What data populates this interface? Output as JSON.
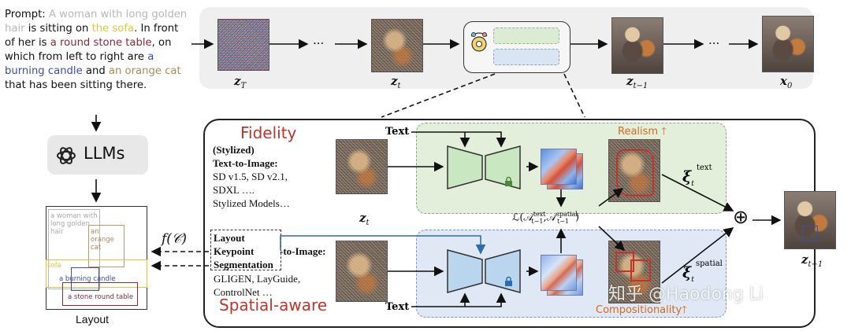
{
  "prompt": {
    "label": "Prompt:",
    "p1": "A woman with long golden hair",
    "p2": "is sitting on",
    "p3": "the sofa",
    "p4": ". In front of her is",
    "p5": "a round stone table",
    "p6": ", on which from left to right are",
    "p7": "a burning candle",
    "p8": "and",
    "p9": "an orange cat",
    "p10": "that has been sitting there."
  },
  "colors": {
    "woman": "#b7b7b7",
    "sofa": "#e8d24a",
    "table": "#8a2a3a",
    "candle": "#3d4fa0",
    "cat": "#a88a5a",
    "fidelity_red": "#c0342b",
    "arrow_blue": "#2e6bb0",
    "arrow_orange": "#d2691e"
  },
  "top": {
    "z_T": "z",
    "z_T_sub": "T",
    "z_t": "z",
    "z_t_sub": "t",
    "z_t1": "z",
    "z_t1_sub": "t−1",
    "x_0": "x",
    "x_0_sub": "0",
    "dots": "···"
  },
  "llm": {
    "icon": "openai-logo-icon",
    "label": "LLMs"
  },
  "layout": {
    "caption": "Layout",
    "box_woman": "a woman with long golden hair",
    "box_cat": "an orange cat",
    "box_sofa": "sofa",
    "box_candle": "a burning candle",
    "box_table": "a stone round table"
  },
  "f_c": "f(𝒞)",
  "fidelity": {
    "title": "Fidelity",
    "line1": "(Stylized)",
    "line2": "Text-to-Image:",
    "line3": "SD v1.5, SD v2.1,",
    "line4": "SDXL ….",
    "line5": "Stylized Models…"
  },
  "spatial": {
    "title": "Spatial-aware",
    "opt1": "Layout",
    "opt2": "Keypoint",
    "opt3": "Segmentation",
    "suffix": "-to-Image:",
    "line1": "GLIGEN, LayGuide,",
    "line2": "ControlNet …"
  },
  "middle": {
    "z_t": "z",
    "z_t_sub": "t",
    "text_top": "Text",
    "text_bottom": "Text",
    "loss": "ℒ(𝒜",
    "loss_a1_sup": "text",
    "loss_a1_sub": "t−1",
    "loss_comma": ",𝒜",
    "loss_a2_sup": "spatial",
    "loss_a2_sub": "t−1",
    "loss_close": ")",
    "realism": "Realism",
    "compositionality": "Compositionality",
    "xi": "ξ",
    "xi_text_sub": "t",
    "xi_text_sup": "text",
    "xi_spatial_sub": "t",
    "xi_spatial_sup": "spatial",
    "oplus": "⊕",
    "z_out": "z",
    "z_out_sub": "t−1"
  },
  "watermark": "知乎 @Haodong Li"
}
